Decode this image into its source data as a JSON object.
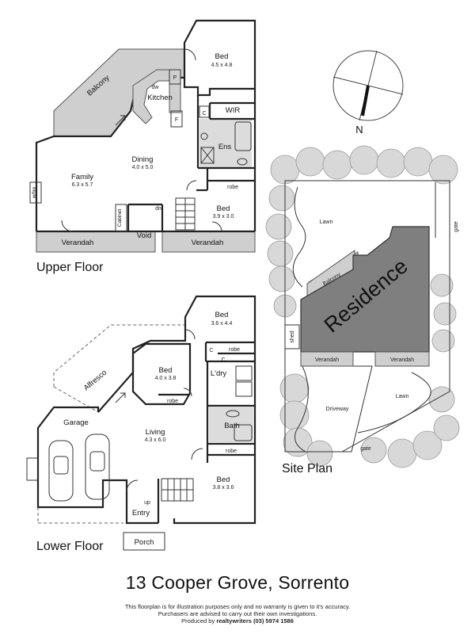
{
  "title": "13 Cooper Grove, Sorrento",
  "disclaimer": {
    "line1": "This floorplan is for illustration purposes only and no warranty is given to it's accuracy.",
    "line2": "Purchasers are advised to carry out their own investigations.",
    "line3_prefix": "Produced by ",
    "line3_brand": "realtywriters",
    "line3_phone": " (03) 5974 1586"
  },
  "upper_floor": {
    "label": "Upper Floor",
    "rooms": {
      "bed1_name": "Bed",
      "bed1_size": "4.5 x 4.8",
      "balcony": "Balcony",
      "kitchen": "Kitchen",
      "dw": "dw",
      "p": "P",
      "f": "F",
      "wir": "WIR",
      "c": "C",
      "dining_name": "Dining",
      "dining_size": "4.0 x 5.0",
      "family_name": "Family",
      "family_size": "6.3 x 5.7",
      "ens": "Ens",
      "robe": "robe",
      "bed2_name": "Bed",
      "bed2_size": "3.9 x 3.0",
      "wfire": "w/fire",
      "dn": "dn",
      "cabinet": "Cabinet",
      "void": "Void",
      "verandah_left": "Verandah",
      "verandah_right": "Verandah"
    }
  },
  "lower_floor": {
    "label": "Lower Floor",
    "rooms": {
      "bed1_name": "Bed",
      "bed1_size": "3.6 x 4.4",
      "c1": "C",
      "robe1": "robe",
      "bed2_name": "Bed",
      "bed2_size": "4.0 x 3.8",
      "robe2": "robe",
      "alfresco": "Alfresco",
      "c2": "C",
      "ldry": "L'dry",
      "garage": "Garage",
      "living_name": "Living",
      "living_size": "4.3 x 6.0",
      "bath": "Bath",
      "robe3": "robe",
      "bed3_name": "Bed",
      "bed3_size": "3.8 x 3.6",
      "up": "up",
      "entry": "Entry",
      "porch": "Porch"
    }
  },
  "site_plan": {
    "label": "Site Plan",
    "lawn_top": "Lawn",
    "lawn_bottom": "Lawn",
    "gate_right": "gate",
    "gate_bottom": "gate",
    "balcony": "Balcony",
    "residence": "Residence",
    "shed": "shed",
    "verandah_left": "Verandah",
    "verandah_right": "Verandah",
    "driveway": "Driveway"
  },
  "compass": {
    "north_label": "N"
  }
}
